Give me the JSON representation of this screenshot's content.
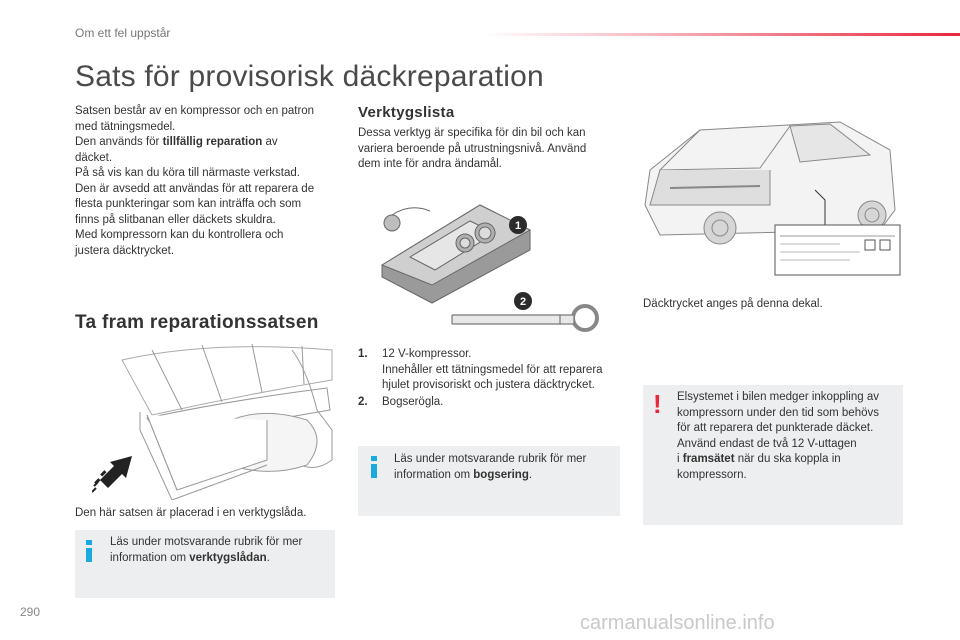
{
  "header": {
    "section": "Om ett fel uppstår",
    "accent_color": "#e8283c"
  },
  "title": "Sats för provisorisk däckreparation",
  "intro": {
    "line1": "Satsen består av en kompressor och en patron",
    "line2": "med tätningsmedel.",
    "line3_pre": "Den används för ",
    "line3_bold": "tillfällig reparation",
    "line3_post": " av",
    "line4": "däcket.",
    "line5": "På så vis kan du köra till närmaste verkstad.",
    "line6": "Den är avsedd att användas för att reparera de",
    "line7": "flesta punkteringar som kan inträffa och som",
    "line8": "finns på slitbanan eller däckets skuldra.",
    "line9": "Med kompressorn kan du kontrollera och",
    "line10": "justera däcktrycket."
  },
  "remove_section": {
    "heading": "Ta fram reparationssatsen",
    "caption": "Den här satsen är placerad i en verktygslåda.",
    "note_line1": "Läs under motsvarande rubrik för mer",
    "note_line2_pre": "information om ",
    "note_line2_bold": "verktygslådan",
    "note_line2_post": "."
  },
  "tools": {
    "heading": "Verktygslista",
    "intro_line1": "Dessa verktyg är specifika för din bil och kan",
    "intro_line2": "variera beroende på utrustningsnivå. Använd",
    "intro_line3": "dem inte för andra ändamål.",
    "badge1": "1",
    "badge2": "2",
    "items": [
      {
        "num": "1.",
        "line1": "12 V-kompressor.",
        "line2": "Innehåller ett tätningsmedel för att reparera",
        "line3": "hjulet provisoriskt och justera däcktrycket."
      },
      {
        "num": "2.",
        "line1": "Bogserögla."
      }
    ],
    "note_line1": "Läs under motsvarande rubrik för mer",
    "note_line2_pre": "information om ",
    "note_line2_bold": "bogsering",
    "note_line2_post": "."
  },
  "pressure": {
    "caption": "Däcktrycket anges på denna dekal.",
    "warn_line1": "Elsystemet i bilen medger inkoppling av",
    "warn_line2": "kompressorn under den tid som behövs",
    "warn_line3": "för att reparera det punkterade däcket.",
    "warn_line4": "Använd endast de två 12 V-uttagen",
    "warn_line5_pre": "i ",
    "warn_line5_bold": "framsätet",
    "warn_line5_post": " när du ska koppla in",
    "warn_line6": "kompressorn."
  },
  "footer": {
    "page_number": "290",
    "watermark": "carmanualsonline.info"
  },
  "colors": {
    "info": "#1aa9e0",
    "warning": "#e8283c",
    "note_bg": "#eceeef"
  }
}
